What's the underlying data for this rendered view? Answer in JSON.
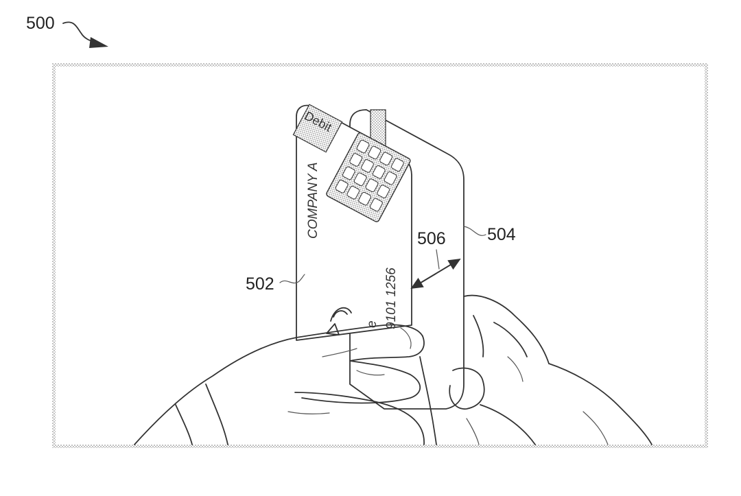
{
  "figure": {
    "ref_main": "500",
    "ref_card_front": "502",
    "ref_card_back": "504",
    "ref_gap": "506"
  },
  "card": {
    "badge": "Debit",
    "issuer": "COMPANY A",
    "number": "9101 1256",
    "partial": "e"
  }
}
